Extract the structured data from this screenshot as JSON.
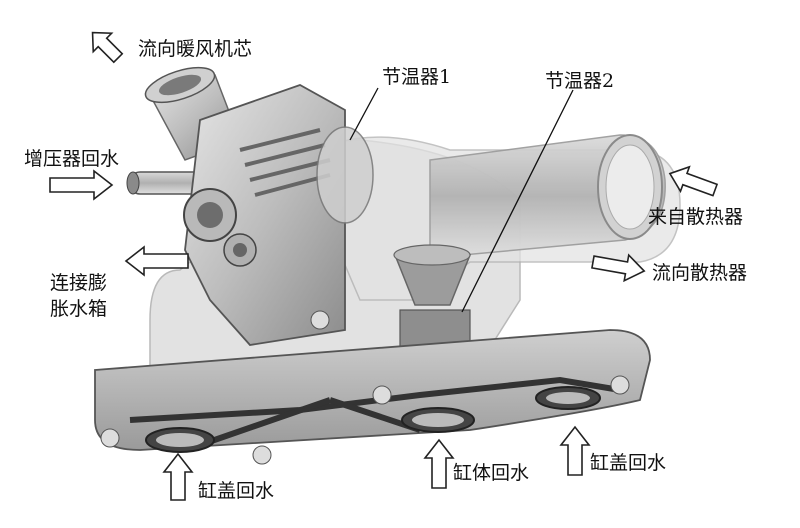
{
  "labels": {
    "to_heater_core": "流向暖风机芯",
    "thermostat_1": "节温器1",
    "thermostat_2": "节温器2",
    "turbo_return": "增压器回水",
    "from_radiator": "来自散热器",
    "expansion_tank_line1": "连接膨",
    "expansion_tank_line2": "胀水箱",
    "to_radiator": "流向散热器",
    "head_return_left": "缸盖回水",
    "block_return": "缸体回水",
    "head_return_right": "缸盖回水"
  },
  "arrows": [
    {
      "name": "heater-core-arrow",
      "direction": "up-left"
    },
    {
      "name": "turbo-return-arrow",
      "direction": "right"
    },
    {
      "name": "radiator-in-arrow",
      "direction": "up-left"
    },
    {
      "name": "expansion-tank-arrow",
      "direction": "left"
    },
    {
      "name": "radiator-out-arrow",
      "direction": "right"
    },
    {
      "name": "head-return-left-arrow",
      "direction": "up"
    },
    {
      "name": "block-return-arrow",
      "direction": "up"
    },
    {
      "name": "head-return-right-arrow",
      "direction": "up"
    }
  ]
}
